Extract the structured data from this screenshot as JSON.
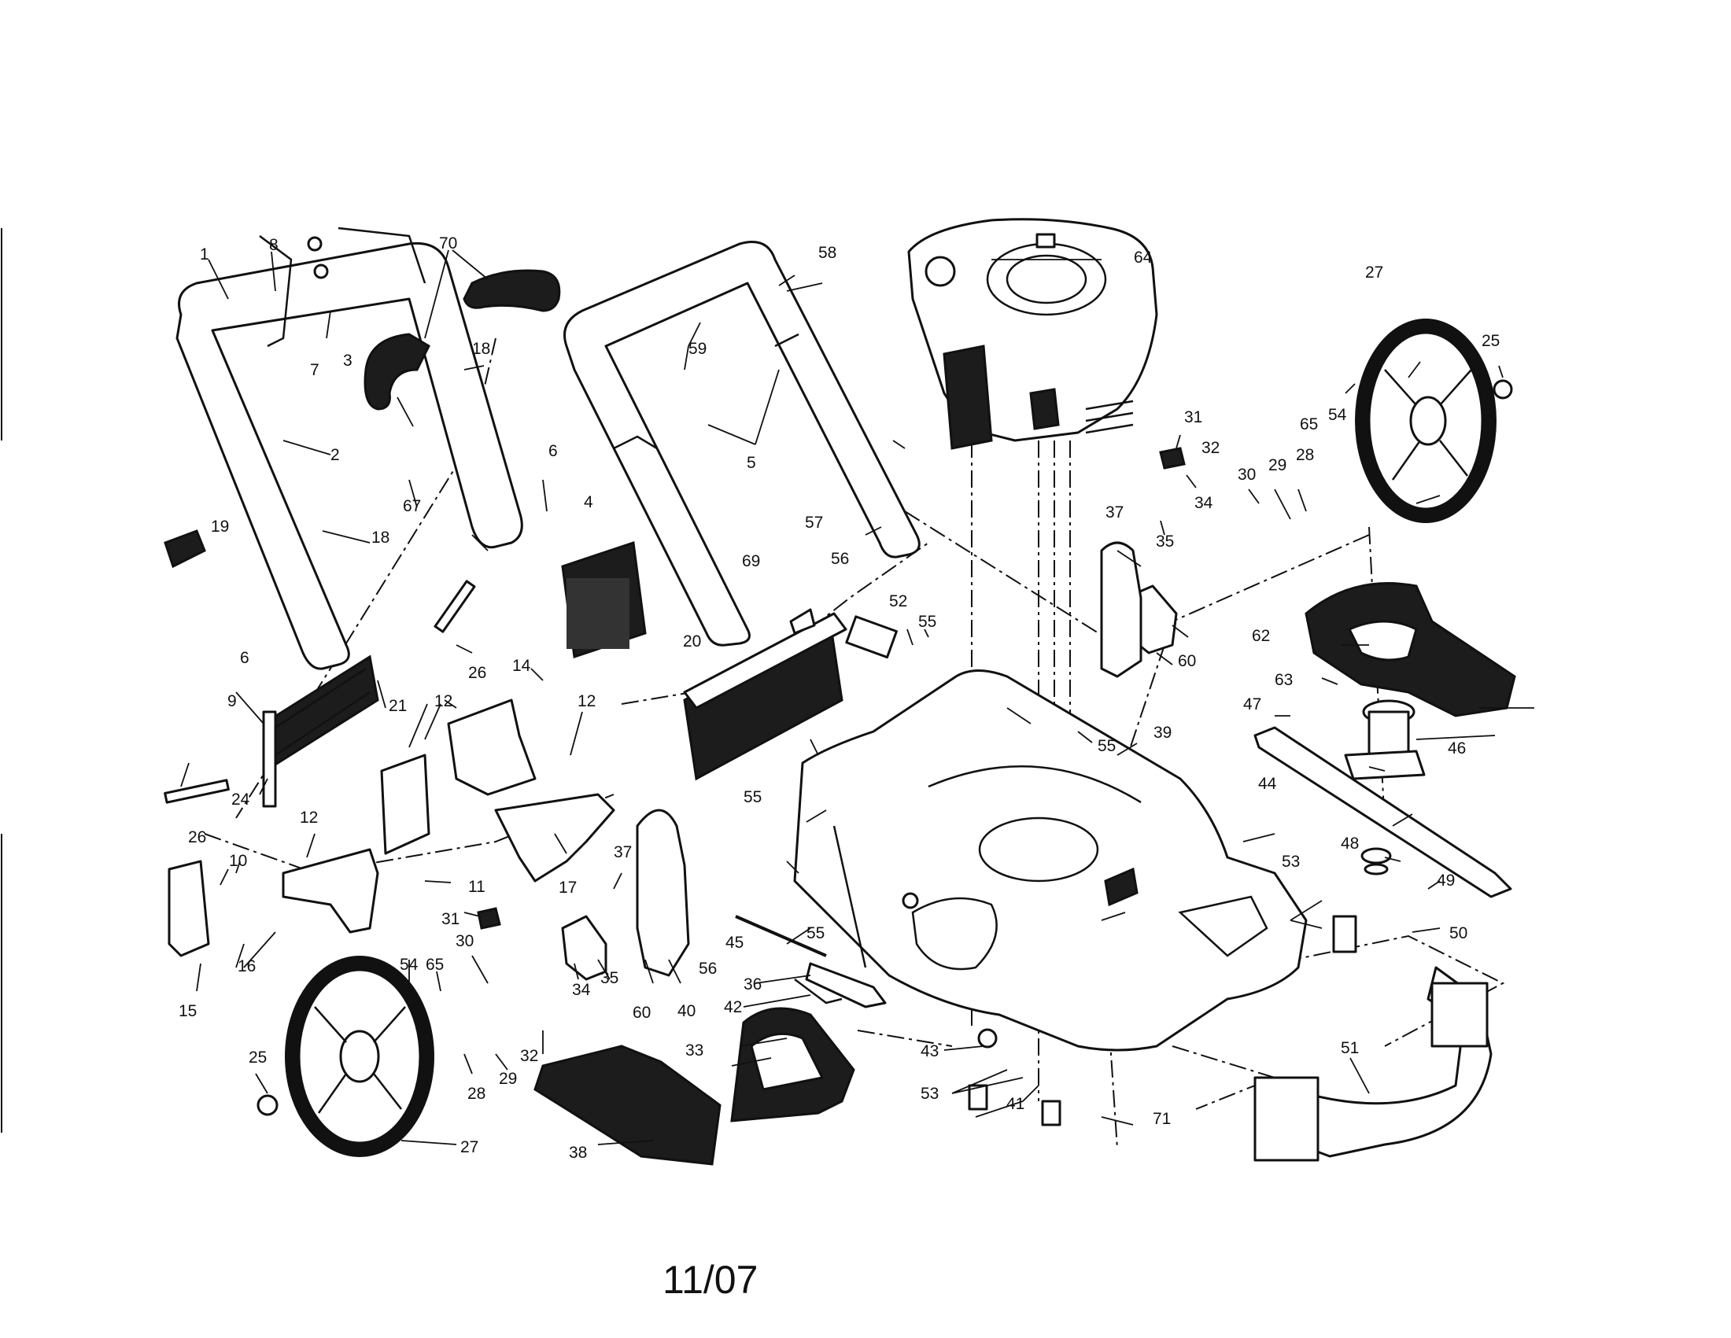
{
  "footer": {
    "date_code": "11/07"
  },
  "callouts": [
    "1",
    "2",
    "3",
    "4",
    "5",
    "6",
    "7",
    "8",
    "9",
    "10",
    "11",
    "12",
    "14",
    "15",
    "16",
    "17",
    "18",
    "19",
    "20",
    "21",
    "24",
    "25",
    "26",
    "27",
    "28",
    "29",
    "30",
    "31",
    "32",
    "33",
    "34",
    "35",
    "36",
    "37",
    "38",
    "39",
    "40",
    "41",
    "42",
    "43",
    "44",
    "45",
    "46",
    "47",
    "48",
    "49",
    "50",
    "51",
    "52",
    "53",
    "54",
    "55",
    "56",
    "57",
    "58",
    "59",
    "60",
    "62",
    "63",
    "64",
    "65",
    "67",
    "69",
    "70",
    "71"
  ]
}
